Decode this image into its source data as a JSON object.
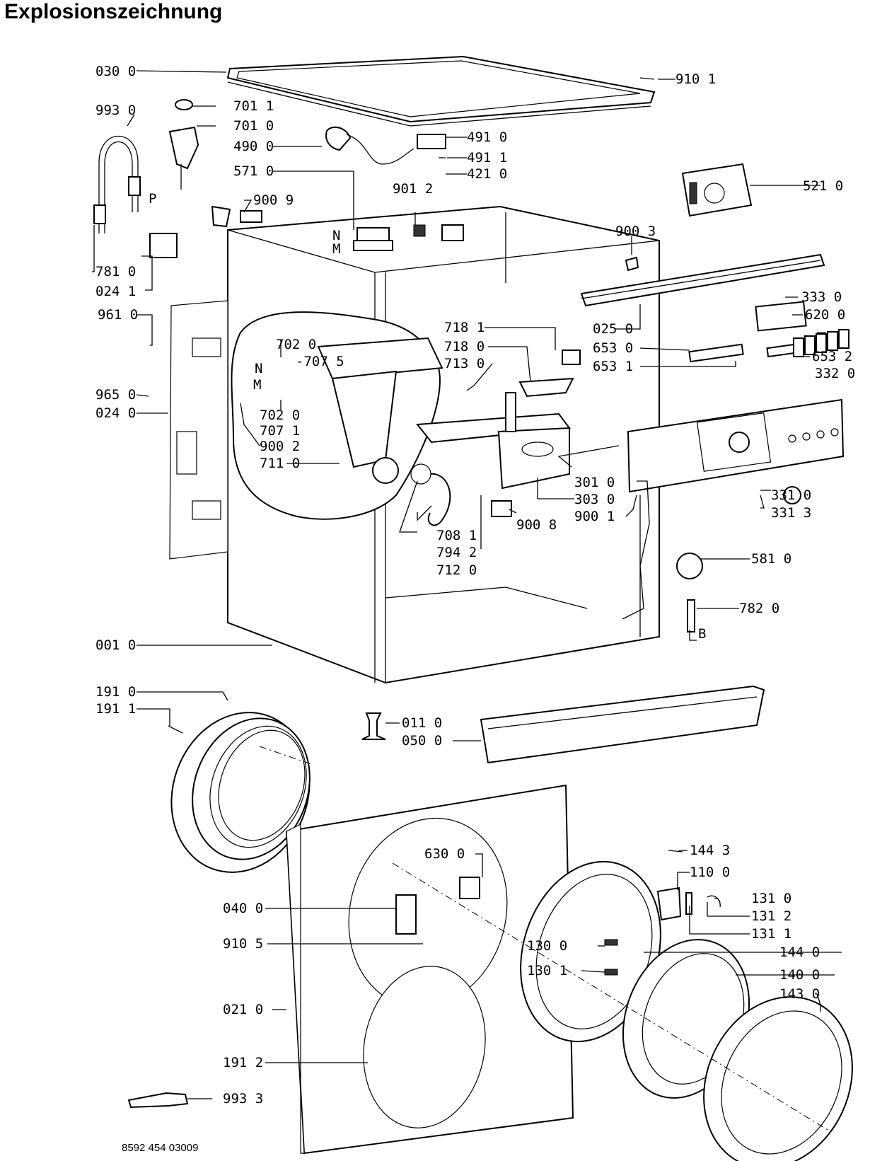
{
  "title": "Explosionszeichnung",
  "doc_number": "8592 454 03009",
  "part_labels": [
    "030 0",
    "910 1",
    "993 0",
    "701 1",
    "701 0",
    "490 0",
    "491 0",
    "491 1",
    "421 0",
    "571 0",
    "901 2",
    "900 9",
    "521 0",
    "900 3",
    "781 0",
    "024 1",
    "025 0",
    "333 0",
    "620 0",
    "653 0",
    "653 2",
    "653 1",
    "332 0",
    "961 0",
    "702 0",
    "-707 5",
    "718 1",
    "718 0",
    "713 0",
    "965 0",
    "024 0",
    "702 0",
    "707 1",
    "900 2",
    "711 0",
    "301 0",
    "303 0",
    "331 0",
    "331 3",
    "900 8",
    "900 1",
    "708 1",
    "794 2",
    "712 0",
    "581 0",
    "782 0",
    "001 0",
    "191 0",
    "191 1",
    "011 0",
    "050 0",
    "630 0",
    "144 3",
    "110 0",
    "040 0",
    "131 0",
    "131 2",
    "131 1",
    "910 5",
    "130 0",
    "144 0",
    "130 1",
    "140 0",
    "143 0",
    "021 0",
    "191 2",
    "993 3"
  ],
  "letter_markers": [
    "P",
    "N",
    "M",
    "N",
    "M",
    "B"
  ]
}
